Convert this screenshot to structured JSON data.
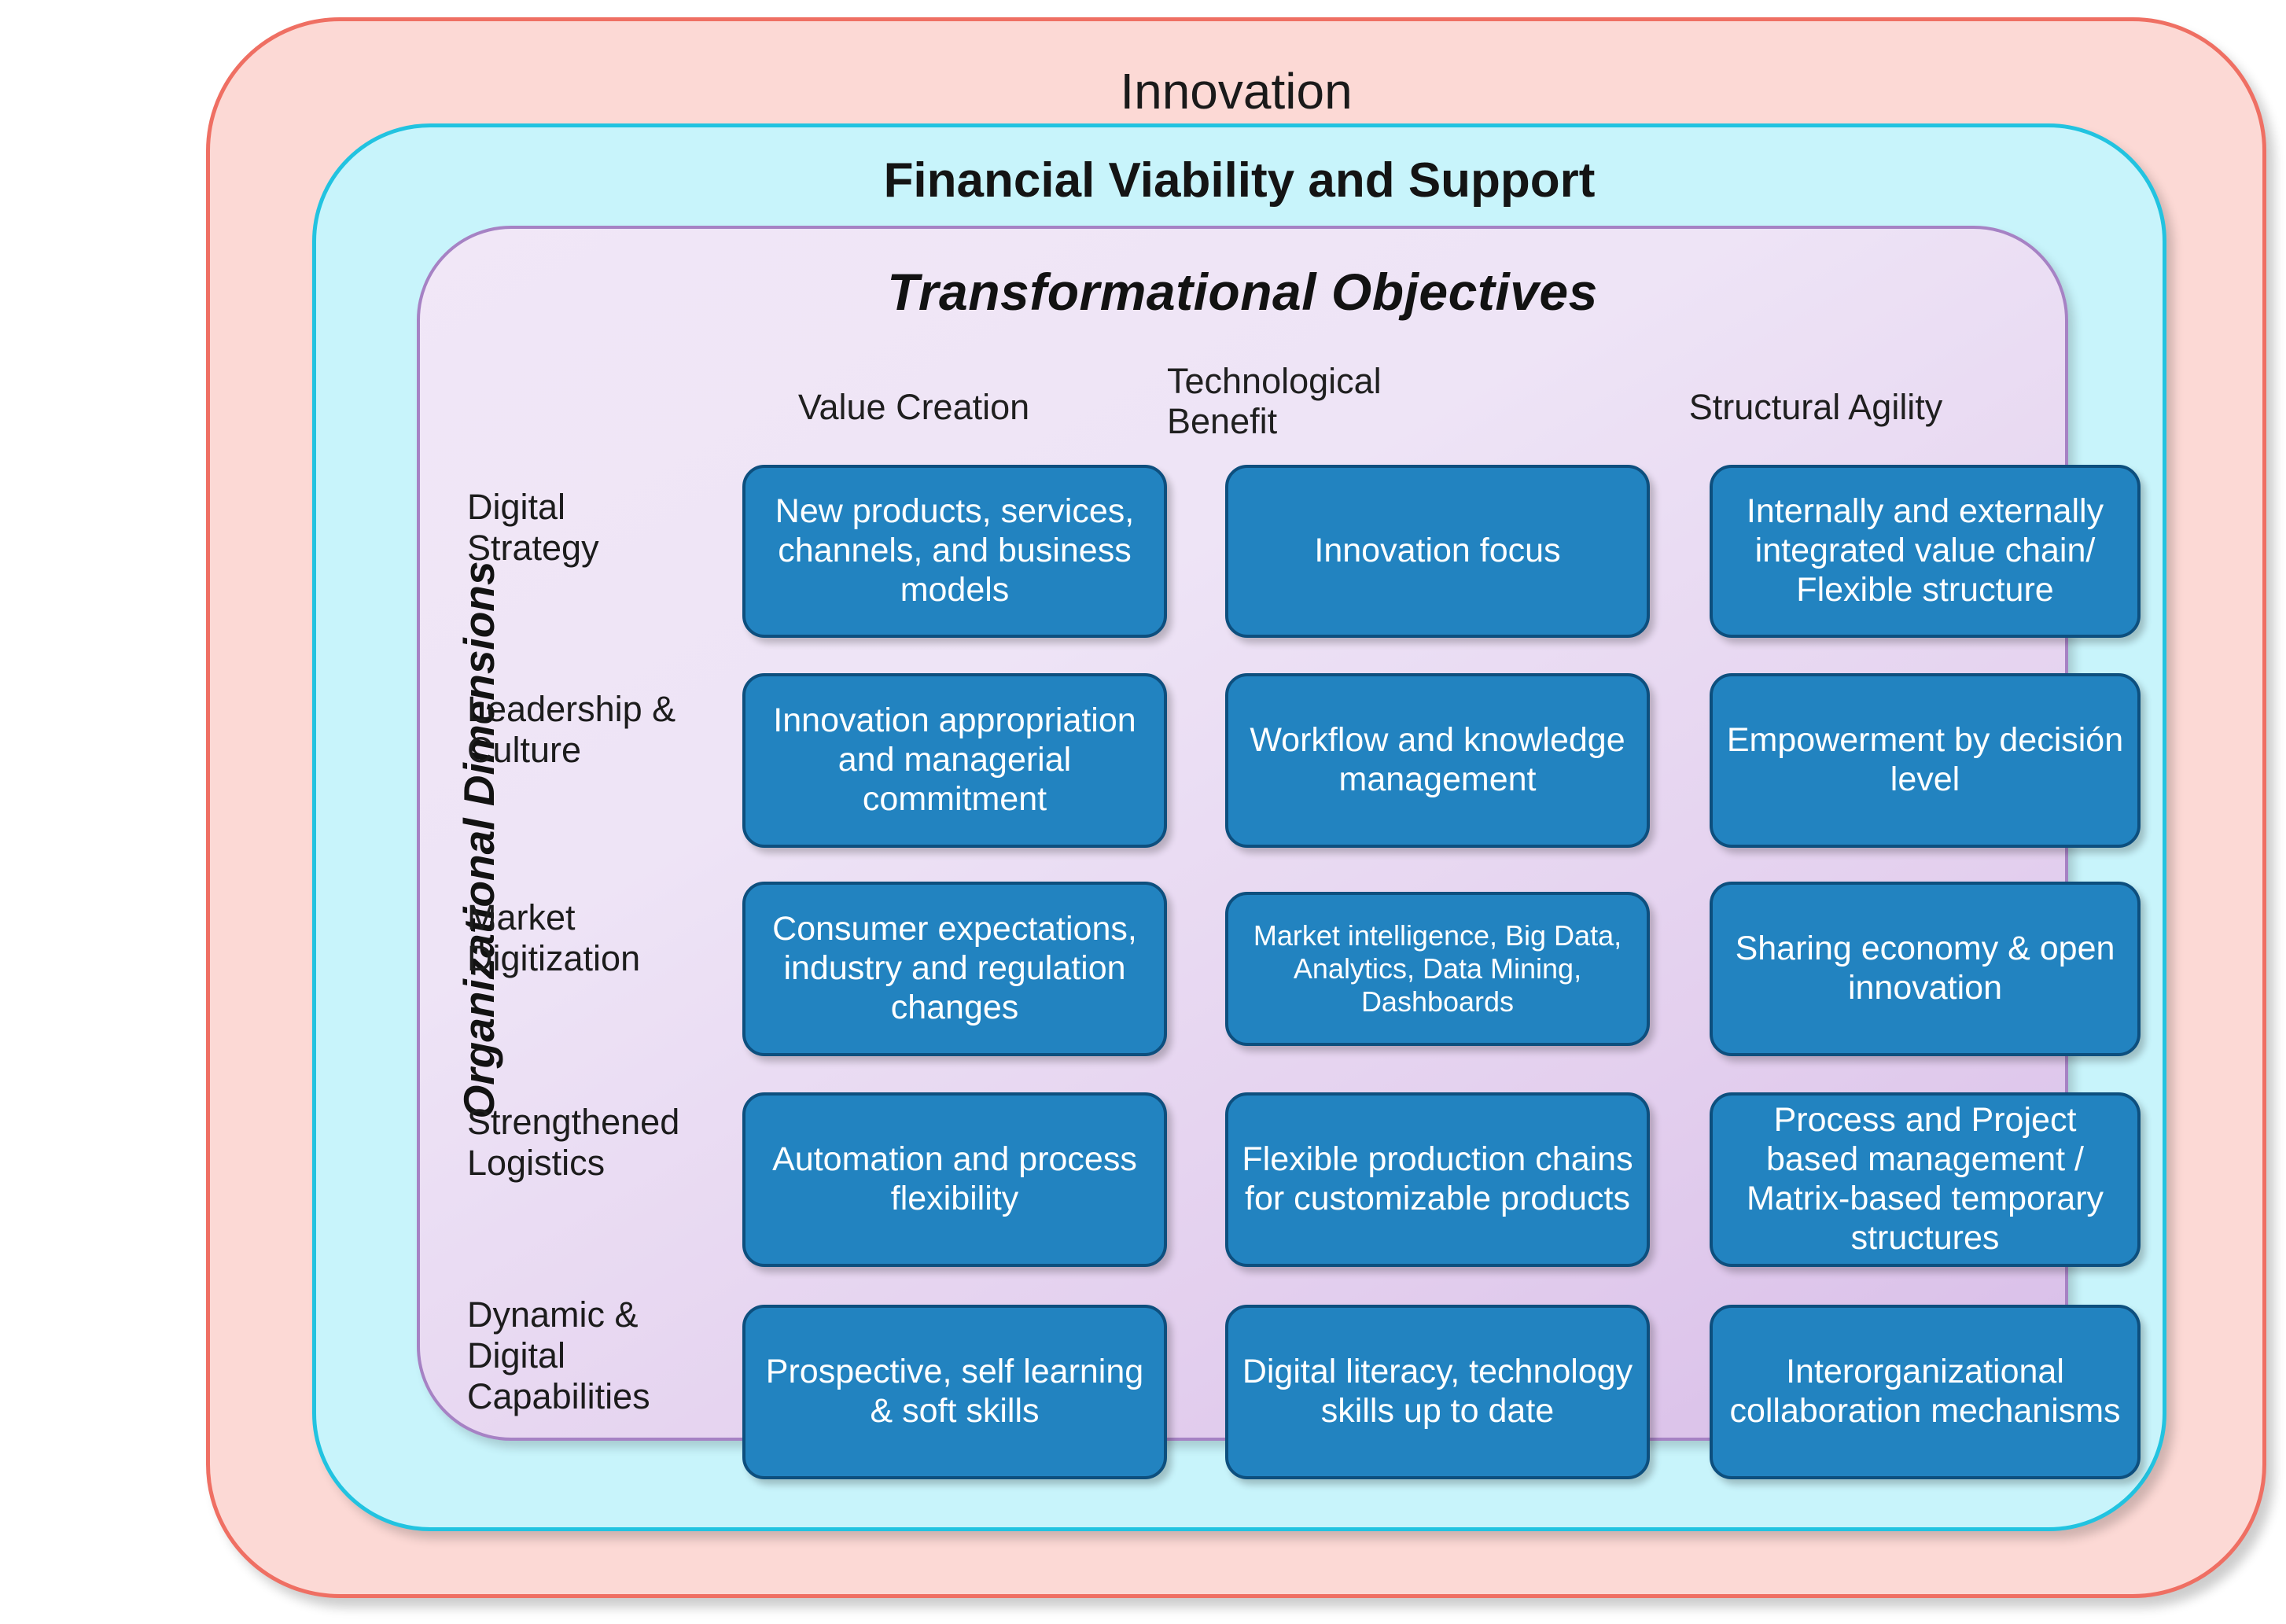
{
  "frames": {
    "outer_label": "Innovation",
    "middle_label": "Financial Viability and Support",
    "inner_label": "Transformational Objectives",
    "outer_fill": "#fcd9d5",
    "outer_border": "#ef6f63",
    "middle_fill": "#c8f4fb",
    "middle_border": "#22c3e0",
    "inner_border": "#a682c4",
    "cell_fill": "#2283c0",
    "cell_border": "#0d4f7e"
  },
  "axis": {
    "vertical_label": "Organizational Dimensions"
  },
  "columns": [
    {
      "label": "Value Creation"
    },
    {
      "label": "Technological Benefit"
    },
    {
      "label": "Structural Agility"
    }
  ],
  "rows": [
    {
      "label": "Digital Strategy",
      "cells": [
        "New products, services, channels, and business models",
        "Innovation focus",
        "Internally and externally integrated value chain/ Flexible structure"
      ]
    },
    {
      "label": "Leadership & Culture",
      "cells": [
        "Innovation appropriation and managerial commitment",
        "Workflow and knowledge management",
        "Empowerment by decisión level"
      ]
    },
    {
      "label": "Market Digitization",
      "cells": [
        "Consumer expectations, industry and regulation changes",
        "Market intelligence, Big Data, Analytics, Data Mining, Dashboards",
        "Sharing economy & open innovation"
      ]
    },
    {
      "label": "Strengthened Logistics",
      "cells": [
        "Automation and process flexibility",
        "Flexible production chains for customizable products",
        "Process and Project based management / Matrix-based temporary structures"
      ]
    },
    {
      "label": "Dynamic & Digital Capabilities",
      "cells": [
        "Prospective, self learning & soft skills",
        "Digital literacy, technology skills up to date",
        "Interorganizational collaboration mechanisms"
      ]
    }
  ]
}
